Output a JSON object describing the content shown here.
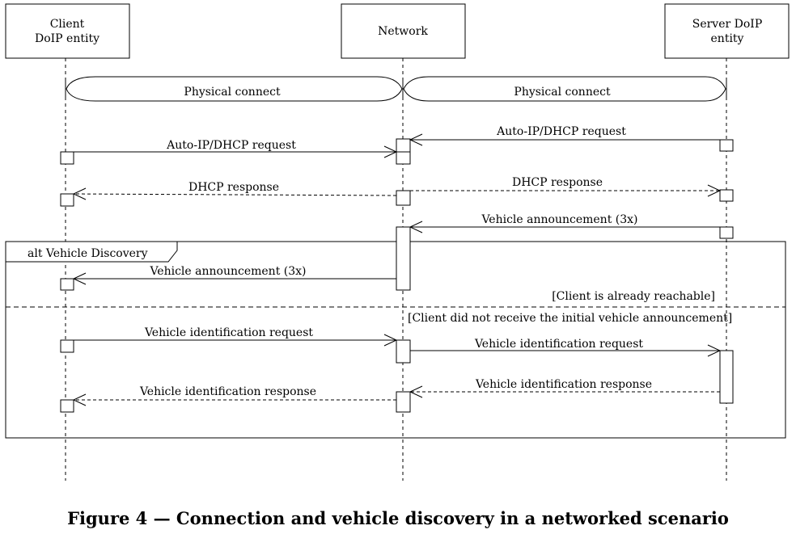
{
  "participants": {
    "client": {
      "line1": "Client",
      "line2": "DoIP entity"
    },
    "network": {
      "line1": "Network"
    },
    "server": {
      "line1": "Server DoIP",
      "line2": "entity"
    }
  },
  "physical_connect_left": "Physical connect",
  "physical_connect_right": "Physical connect",
  "messages": {
    "server_autoip": "Auto-IP/DHCP request",
    "client_autoip": "Auto-IP/DHCP request",
    "client_dhcp_response": "DHCP response",
    "server_dhcp_response": "DHCP response",
    "server_vehicle_announcement": "Vehicle announcement  (3x)",
    "client_vehicle_announcement": "Vehicle announcement (3x)",
    "client_vid_request": "Vehicle identification request",
    "server_vid_request": "Vehicle identification request",
    "server_vid_response": "Vehicle identification response",
    "client_vid_response": "Vehicle identification response"
  },
  "alt_fragment": {
    "label": "alt Vehicle Discovery",
    "guard1": "[Client is already reachable]",
    "guard2": "[Client did not receive the initial vehicle announcement]"
  },
  "caption": "Figure 4 — Connection and vehicle discovery in a networked scenario"
}
